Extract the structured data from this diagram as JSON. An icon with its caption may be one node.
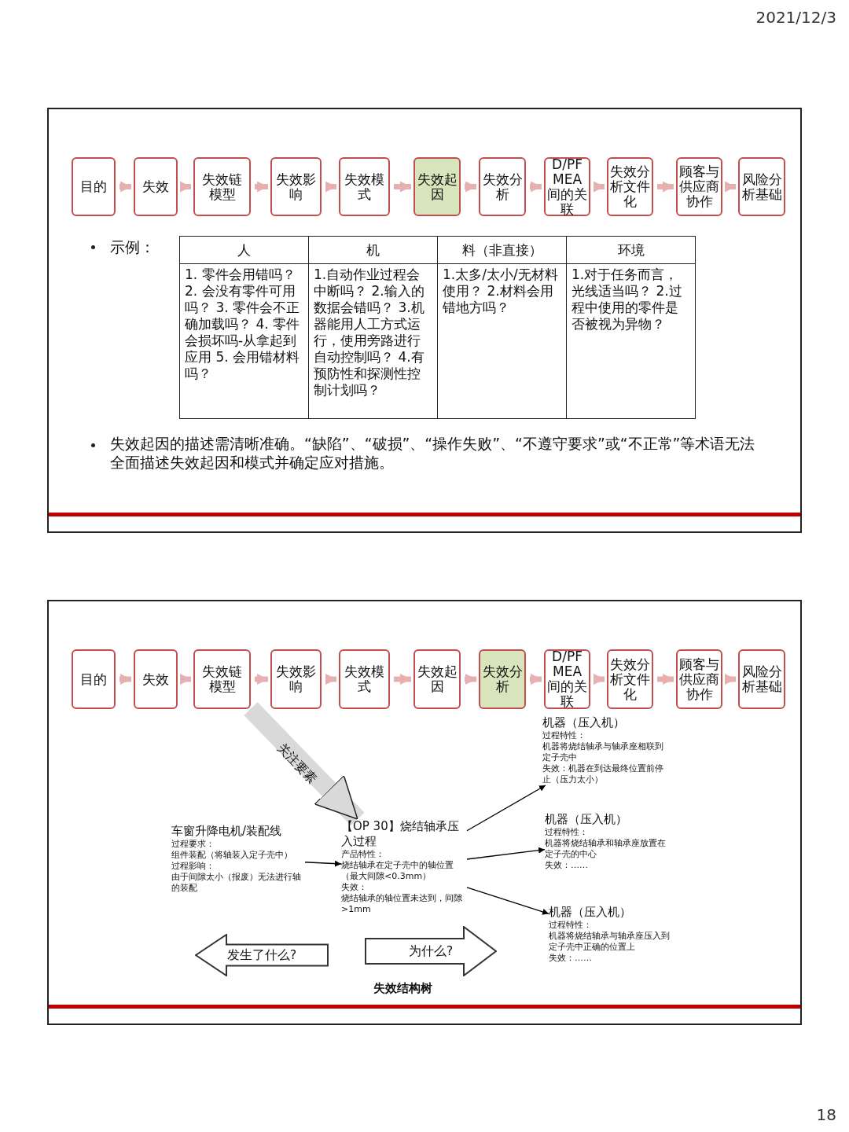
{
  "diagram": {
    "nodes": [
      {
        "text": [
          "目的"
        ]
      },
      {
        "text": [
          "失效"
        ]
      },
      {
        "text": [
          "失效链模型"
        ]
      },
      {
        "text": [
          "失效影响"
        ]
      },
      {
        "text": [
          "失效模式"
        ]
      },
      {
        "text": [
          "失效起因"
        ]
      },
      {
        "text": [
          "失效分析"
        ]
      },
      {
        "text": [
          "D/PFMEA间的关联"
        ]
      },
      {
        "text": [
          "失效分析文件化"
        ]
      },
      {
        "text": [
          "顾客与供应商协作"
        ]
      },
      {
        "text": [
          "风险分析基础"
        ]
      },
      {
        "text": [
          "目的"
        ]
      },
      {
        "text": [
          "失效"
        ]
      },
      {
        "text": [
          "失效链模型"
        ]
      },
      {
        "text": [
          "失效影响"
        ]
      },
      {
        "text": [
          "失效模式"
        ]
      },
      {
        "text": [
          "失效起因"
        ]
      },
      {
        "text": [
          "失效分析"
        ]
      },
      {
        "text": [
          "D/PFMEA间的关联"
        ]
      },
      {
        "text": [
          "失效分析文件化"
        ]
      },
      {
        "text": [
          "顾客与供应商协作"
        ]
      },
      {
        "text": [
          "风险分析基础"
        ]
      },
      {
        "text": [
          "车窗升降电机/装配线",
          "过程要求：",
          "组件装配（将轴装入定子壳中）",
          "过程影响：",
          "由于间隙太小（报废）无法进行轴的装配"
        ]
      },
      {
        "text": [
          "【OP 30】烧结轴承压入过程",
          "产品特性：",
          "烧结轴承在定子壳中的轴位置（最大间隙<0.3mm）",
          "失效：",
          "烧结轴承的轴位置未达到，间隙>1mm"
        ]
      },
      {
        "text": [
          "机器（压入机）",
          "过程特性：",
          "机器将烧结轴承与轴承座相联到定子壳中",
          "失效：机器在到达最终位置前停止（压力太小）"
        ]
      },
      {
        "text": [
          "机器（压入机）",
          "过程特性：",
          "机器将烧结轴承和轴承座放置在定子壳的中心",
          "失效：……"
        ]
      },
      {
        "text": [
          "机器（压入机）",
          "过程特性：",
          "机器将烧结轴承与轴承座压入到定子壳中正确的位置上",
          "失效：……"
        ]
      },
      {
        "text": [
          "发生了什么?"
        ]
      },
      {
        "text": [
          "为什么?"
        ]
      }
    ],
    "edges": [
      {
        "from": 0,
        "to": 1,
        "arrow": "to"
      },
      {
        "from": 1,
        "to": 2,
        "arrow": "to"
      },
      {
        "from": 2,
        "to": 3,
        "arrow": "to"
      },
      {
        "from": 3,
        "to": 4,
        "arrow": "to"
      },
      {
        "from": 4,
        "to": 5,
        "arrow": "to"
      },
      {
        "from": 5,
        "to": 6,
        "arrow": "to"
      },
      {
        "from": 6,
        "to": 7,
        "arrow": "to"
      },
      {
        "from": 7,
        "to": 8,
        "arrow": "to"
      },
      {
        "from": 8,
        "to": 9,
        "arrow": "to"
      },
      {
        "from": 9,
        "to": 10,
        "arrow": "to"
      },
      {
        "from": 11,
        "to": 12,
        "arrow": "to"
      },
      {
        "from": 12,
        "to": 13,
        "arrow": "to"
      },
      {
        "from": 13,
        "to": 14,
        "arrow": "to"
      },
      {
        "from": 14,
        "to": 15,
        "arrow": "to"
      },
      {
        "from": 15,
        "to": 16,
        "arrow": "to"
      },
      {
        "from": 16,
        "to": 17,
        "arrow": "to"
      },
      {
        "from": 17,
        "to": 18,
        "arrow": "to"
      },
      {
        "from": 18,
        "to": 19,
        "arrow": "to"
      },
      {
        "from": 19,
        "to": 20,
        "arrow": "to"
      },
      {
        "from": 20,
        "to": 21,
        "arrow": "to"
      },
      {
        "from": 13,
        "to": 23,
        "arrow": "to",
        "label": "关注要素",
        "style": "thick",
        "color": "#d9d9d9"
      },
      {
        "from": 22,
        "to": 23,
        "arrow": "to",
        "color": "#000000"
      },
      {
        "from": 23,
        "to": 24,
        "arrow": "to",
        "color": "#000000"
      },
      {
        "from": 23,
        "to": 25,
        "arrow": "to",
        "color": "#000000"
      },
      {
        "from": 23,
        "to": 26,
        "arrow": "to",
        "color": "#000000"
      }
    ],
    "labels": [
      "2021/12/3",
      "示例：",
      "人",
      "机",
      "料（非直接）",
      "环境",
      "1. 零件会用错吗？ 2. 会没有零件可用吗？ 3. 零件会不正确加载吗？ 4. 零件会损坏吗-从拿起到应用 5. 会用错材料吗？",
      "1.自动作业过程会中断吗？ 2.输入的数据会错吗？ 3.机器能用人工方式运行，使用旁路进行自动控制吗？ 4.有预防性和探测性控制计划吗？",
      "1.太多/太小/无材料使用？ 2.材料会用错地方吗？",
      "1.对于任务而言，光线适当吗？ 2.过程中使用的零件是否被视为异物？",
      "失效起因的描述需清晰准确。“缺陷”、“破损”、“操作失败”、“不遵守要求”或“不正常”等术语无法全面描述失效起因和模式并确定应对措施。",
      "失效结构树",
      "18"
    ]
  }
}
